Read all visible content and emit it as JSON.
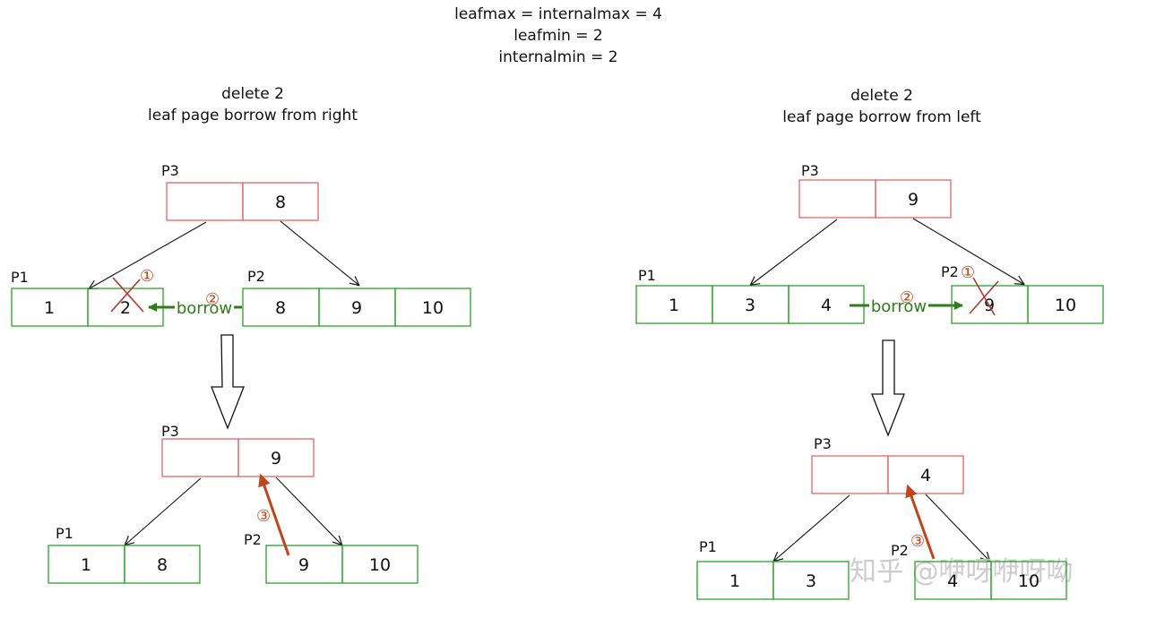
{
  "header": {
    "line1": "leafmax = internalmax = 4",
    "line2": "leafmin = 2",
    "line3": "internalmin = 2"
  },
  "left": {
    "title1": "delete 2",
    "title2": "leaf page borrow from right",
    "before": {
      "p3": {
        "label": "P3",
        "keys": [
          "",
          "8"
        ]
      },
      "p1": {
        "label": "P1",
        "keys": [
          "1",
          "2"
        ]
      },
      "p2": {
        "label": "P2",
        "keys": [
          "8",
          "9",
          "10"
        ]
      }
    },
    "borrow": "borrow",
    "step1": "①",
    "step2": "②",
    "after": {
      "p3": {
        "label": "P3",
        "keys": [
          "",
          "9"
        ]
      },
      "p1": {
        "label": "P1",
        "keys": [
          "1",
          "8"
        ]
      },
      "p2": {
        "label": "P2",
        "keys": [
          "9",
          "10"
        ]
      }
    },
    "step3": "③"
  },
  "right": {
    "title1": "delete 2",
    "title2": "leaf page borrow from left",
    "before": {
      "p3": {
        "label": "P3",
        "keys": [
          "",
          "9"
        ]
      },
      "p1": {
        "label": "P1",
        "keys": [
          "1",
          "3",
          "4"
        ]
      },
      "p2": {
        "label": "P2",
        "keys": [
          "9",
          "10"
        ]
      }
    },
    "borrow": "borrow",
    "step1": "①",
    "step2": "②",
    "after": {
      "p3": {
        "label": "P3",
        "keys": [
          "",
          "4"
        ]
      },
      "p1": {
        "label": "P1",
        "keys": [
          "1",
          "3"
        ]
      },
      "p2": {
        "label": "P2",
        "keys": [
          "4",
          "10"
        ]
      }
    },
    "step3": "③"
  },
  "watermark": "知乎 @咿呀咿呀呦",
  "colors": {
    "internal": "#e06666",
    "leaf": "#2ea02e",
    "borrow": "#2e7d1a",
    "step": "#c0451b",
    "edge": "#111111"
  }
}
